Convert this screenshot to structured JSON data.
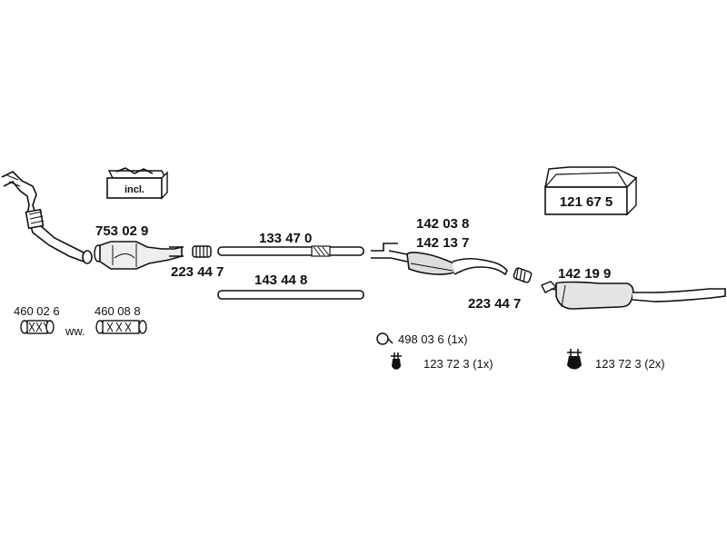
{
  "kit_box": {
    "label": "incl."
  },
  "parts": {
    "front_pipe": "753 02 9",
    "clamp_front": "223 44 7",
    "middle_pipe_upper": "133 47 0",
    "middle_pipe_lower": "143 44 8",
    "center_silencer_a": "142 03 8",
    "center_silencer_b": "142 13 7",
    "clamp_rear": "223 44 7",
    "rear_silencer": "142 19 9",
    "mounting_kit": "121 67 5",
    "flex_pipe_a": "460 02 6",
    "flex_pipe_b": "460 08 8",
    "flex_separator": "ww."
  },
  "accessories": {
    "ring": "498 03 6 (1x)",
    "hanger_left": "123 72 3 (1x)",
    "hanger_right": "123 72 3 (2x)"
  }
}
